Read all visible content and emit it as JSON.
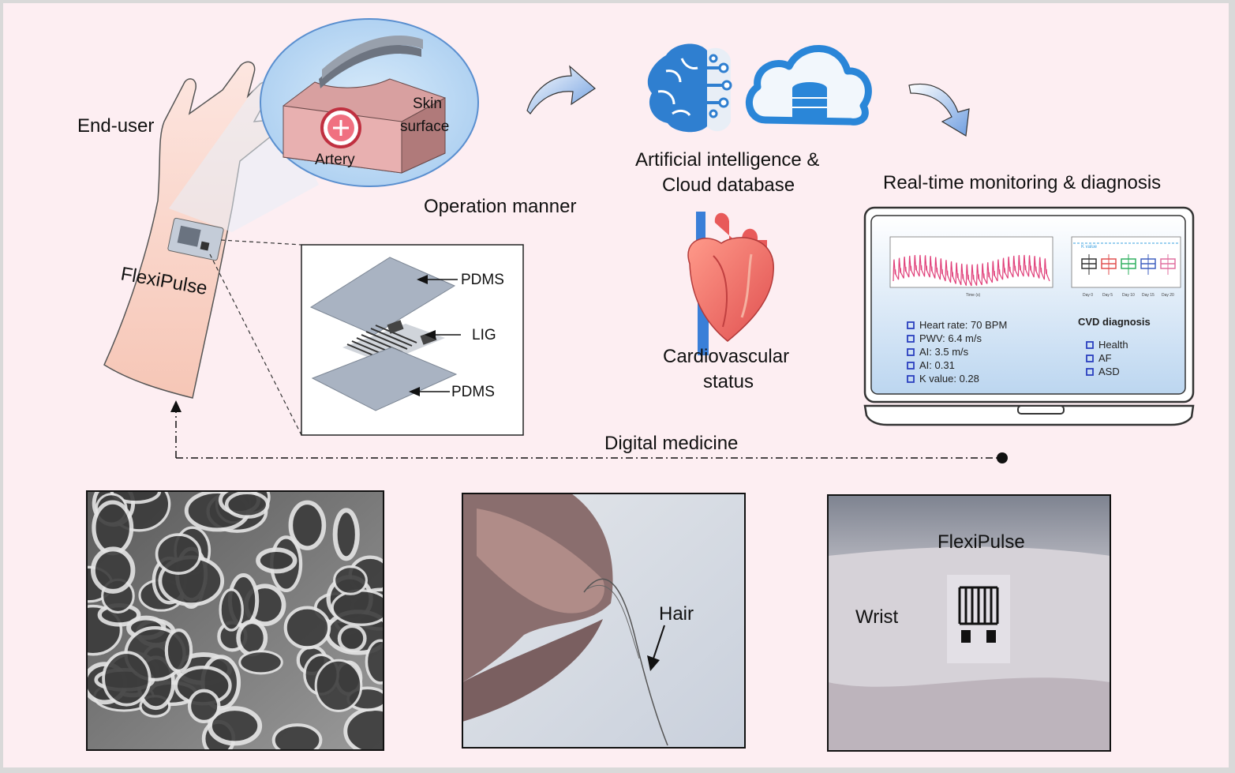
{
  "labels": {
    "end_user": "End-user",
    "skin_surface_1": "Skin",
    "skin_surface_2": "surface",
    "artery": "Artery",
    "operation_manner": "Operation manner",
    "flexipulse": "FlexiPulse",
    "pdms_top": "PDMS",
    "lig": "LIG",
    "pdms_bottom": "PDMS",
    "ai_cloud_1": "Artificial intelligence &",
    "ai_cloud_2": "Cloud database",
    "cardio_1": "Cardiovascular",
    "cardio_2": "status",
    "realtime": "Real-time monitoring & diagnosis",
    "digital_medicine": "Digital medicine",
    "hair": "Hair",
    "wrist": "Wrist",
    "flexipulse_photo": "FlexiPulse"
  },
  "screen": {
    "metrics": [
      "Heart rate: 70 BPM",
      "PWV: 6.4 m/s",
      "AI: 3.5 m/s",
      "AI: 0.31",
      "K value: 0.28"
    ],
    "diagnosis_title": "CVD diagnosis",
    "diagnosis_items": [
      "Health",
      "AF",
      "ASD"
    ],
    "waveform_xlabel": "Time (s)",
    "box_legend": "K value",
    "box_categories": [
      "Day 0",
      "Day 5",
      "Day 10",
      "Day 15",
      "Day 20"
    ]
  },
  "colors": {
    "background": "#fdeef2",
    "waveform": "#e0407a",
    "arrow_blue": "#8fb3e6",
    "brain_blue": "#2f7fd0",
    "box_colors": [
      "#333333",
      "#e05050",
      "#30b060",
      "#4060c0",
      "#e070a0"
    ]
  },
  "icons": {
    "brain": "brain-circuit-icon",
    "cloud": "cloud-database-icon",
    "heart": "heart-icon",
    "laptop": "laptop-icon"
  }
}
